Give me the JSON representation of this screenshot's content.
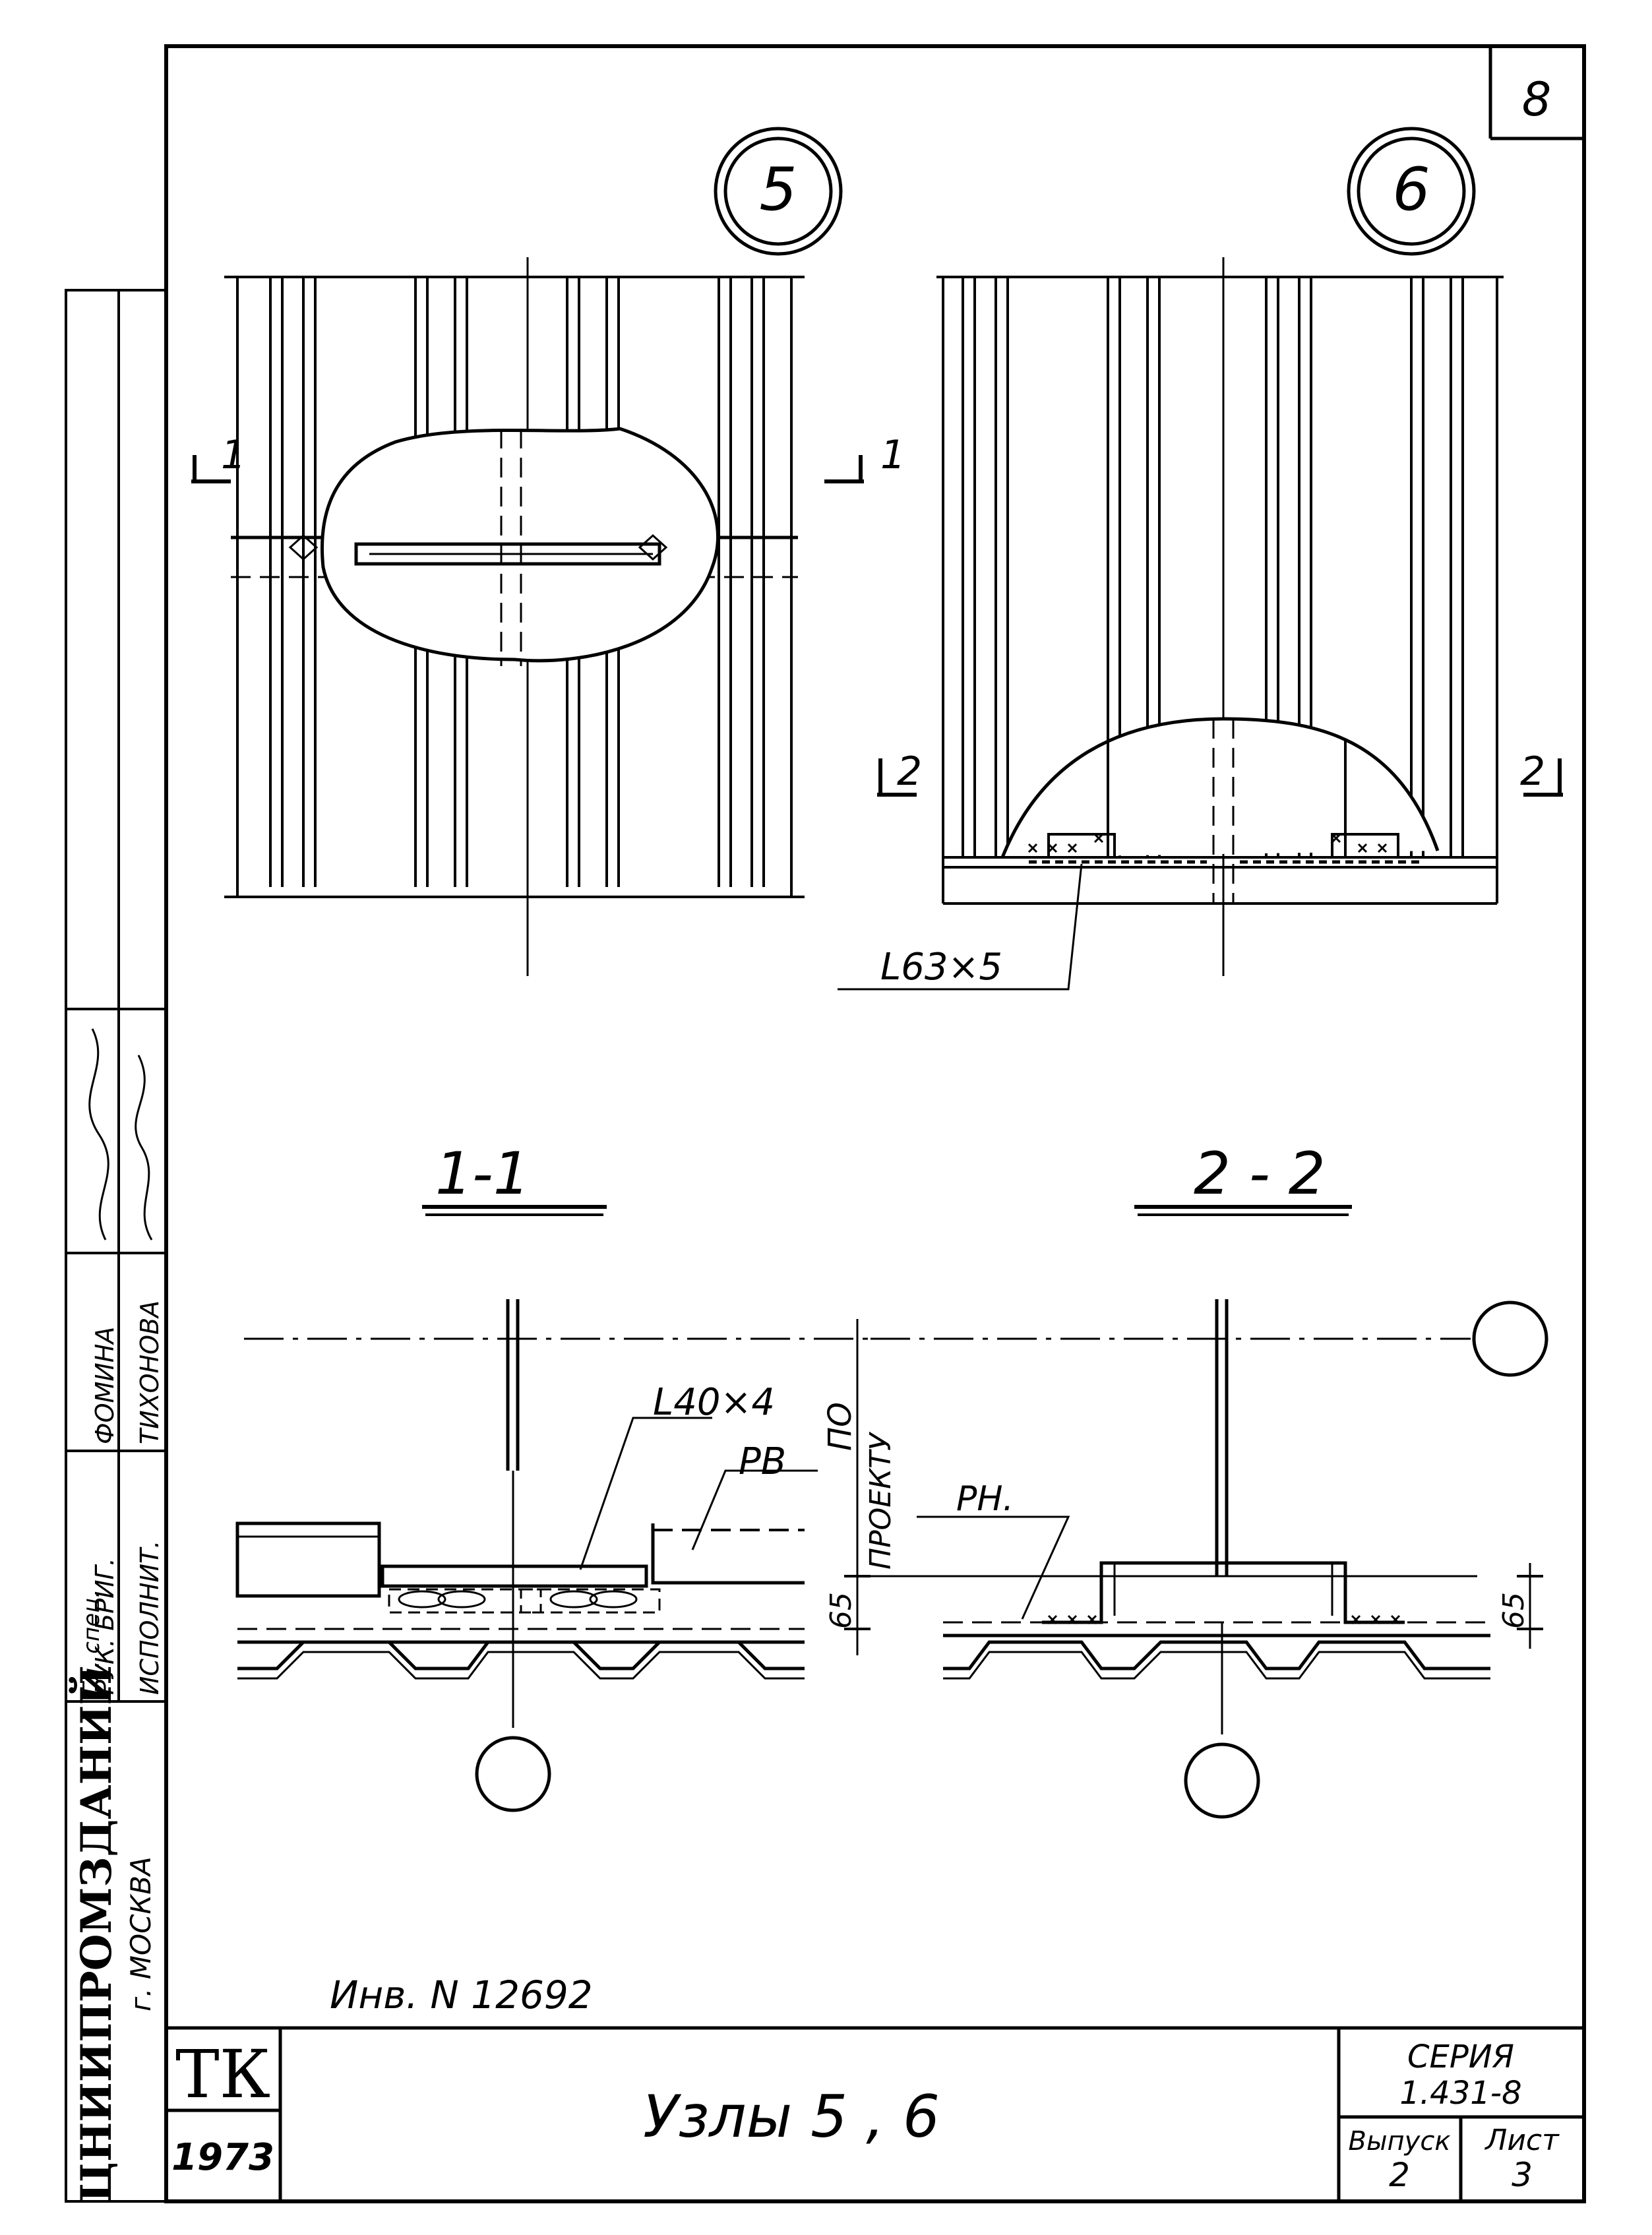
{
  "sheet_number": "8",
  "node_labels": {
    "node5": "5",
    "node6": "6"
  },
  "section_marks": {
    "cut1_left": "1",
    "cut1_right": "1",
    "cut2_left": "2",
    "cut2_right": "2"
  },
  "section_titles": {
    "s1": "1-1",
    "s2": "2 - 2"
  },
  "annotations": {
    "angle_63": "L63×5",
    "angle_40": "L40×4",
    "rv": "РВ",
    "rn": "РН.",
    "dim_65_left": "65",
    "dim_65_right": "65",
    "po_proektu_1": "ПО",
    "po_proektu_2": "ПРОЕКТУ"
  },
  "inventory": "Инв. N  12692",
  "title_block": {
    "org_mark": "ТК",
    "year": "1973",
    "drawing_title": "Узлы   5 ,   6",
    "series_label": "СЕРИЯ",
    "series_value": "1.431-8",
    "issue_label": "Выпуск",
    "issue_value": "2",
    "sheet_label": "Лист",
    "sheet_value": "3"
  },
  "stamp": {
    "org_name": "ЦНИИПРОМЗДАНИЙ",
    "city": "г. МОСКВА",
    "row1_role": "Гл. спец.",
    "row2_role": "РУК. БРИГ.",
    "row2_name": "ФОМИНА",
    "row3_role": "ИСПОЛНИТ.",
    "row3_name": "ТИХОНОВА"
  }
}
